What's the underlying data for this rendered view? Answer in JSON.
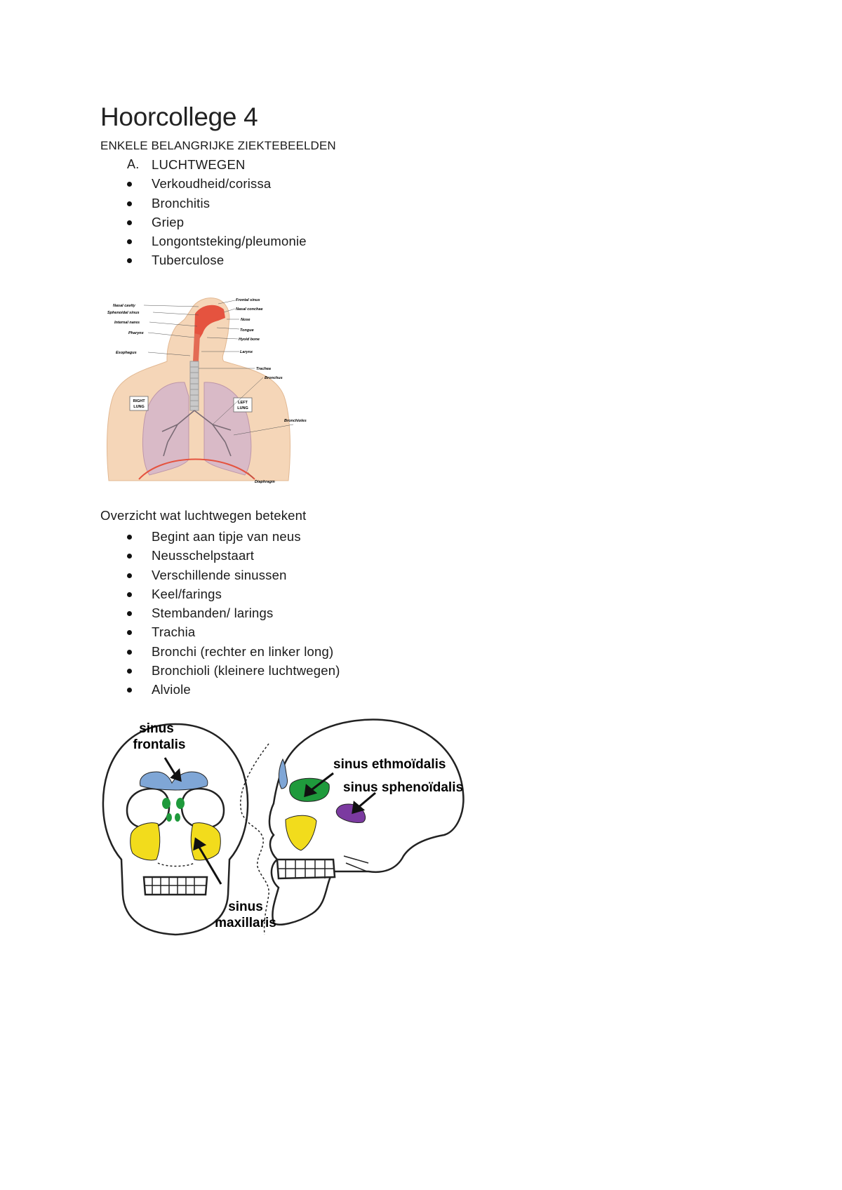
{
  "document": {
    "title": "Hoorcollege 4",
    "subtitle": "ENKELE BELANGRIJKE ZIEKTEBEELDEN"
  },
  "section_a": {
    "marker": "A.",
    "heading": "LUCHTWEGEN",
    "items": [
      "Verkoudheid/corissa",
      "Bronchitis",
      "Griep",
      "Longontsteking/pleumonie",
      "Tuberculose"
    ]
  },
  "respiratory_figure": {
    "labels_left": [
      "Nasal cavity",
      "Sphenoidal sinus",
      "Internal nares",
      "Pharynx",
      "Esophagus"
    ],
    "labels_right": [
      "Frontal sinus",
      "Nasal conchae",
      "Nose",
      "Tongue",
      "Hyoid bone",
      "Larynx",
      "Trachea",
      "Bronchus",
      "Bronchioles",
      "Diaphragm"
    ],
    "lung_right": [
      "RIGHT",
      "LUNG"
    ],
    "lung_left": [
      "LEFT",
      "LUNG"
    ]
  },
  "overview": {
    "heading": "Overzicht wat luchtwegen betekent",
    "items": [
      "Begint aan tipje van neus",
      "Neusschelpstaart",
      "Verschillende sinussen",
      "Keel/farings",
      "Stembanden/ larings",
      "Trachia",
      "Bronchi (rechter en linker long)",
      "Bronchioli (kleinere luchtwegen)",
      "Alviole"
    ]
  },
  "sinus_figure": {
    "frontalis": [
      "sinus",
      "frontalis"
    ],
    "ethmoidalis": "sinus ethmoïdalis",
    "sphenoidalis": "sinus sphenoïdalis",
    "maxillaris": [
      "sinus",
      "maxillaris"
    ],
    "colors": {
      "frontalis": "#7fa6d6",
      "ethmoidalis": "#1f9a3c",
      "sphenoidalis": "#7b3aa0",
      "maxillaris": "#f2dc1c"
    }
  }
}
